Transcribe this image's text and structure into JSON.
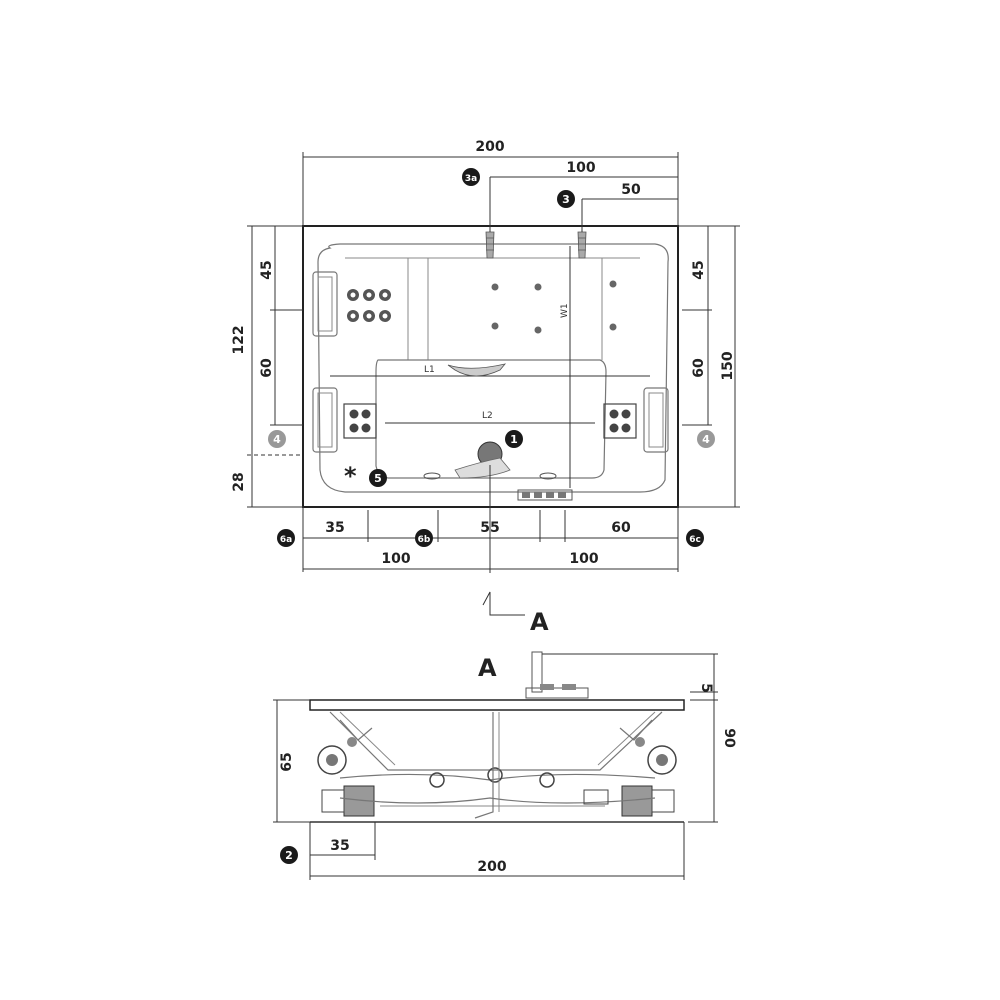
{
  "plan": {
    "dim_total_width": "200",
    "dim_3a": "100",
    "dim_3": "50",
    "dim_left_45": "45",
    "dim_left_60": "60",
    "dim_left_122": "122",
    "dim_left_28": "28",
    "dim_right_45": "45",
    "dim_right_60": "60",
    "dim_right_150": "150",
    "dim_bottom_35": "35",
    "dim_bottom_55": "55",
    "dim_bottom_60": "60",
    "dim_bottom_100_left": "100",
    "dim_bottom_100_right": "100",
    "label_l1": "L1",
    "label_l2": "L2",
    "label_w1": "W1",
    "asterisk": "*"
  },
  "callouts": {
    "c1": "1",
    "c2": "2",
    "c3": "3",
    "c3a": "3a",
    "c4": "4",
    "c5": "5",
    "c6a": "6a",
    "c6b": "6b",
    "c6c": "6c"
  },
  "section": {
    "arrow_label": "A",
    "title": "A",
    "dim_5": "5",
    "dim_90": "90",
    "dim_65": "65",
    "dim_35": "35",
    "dim_200": "200"
  }
}
